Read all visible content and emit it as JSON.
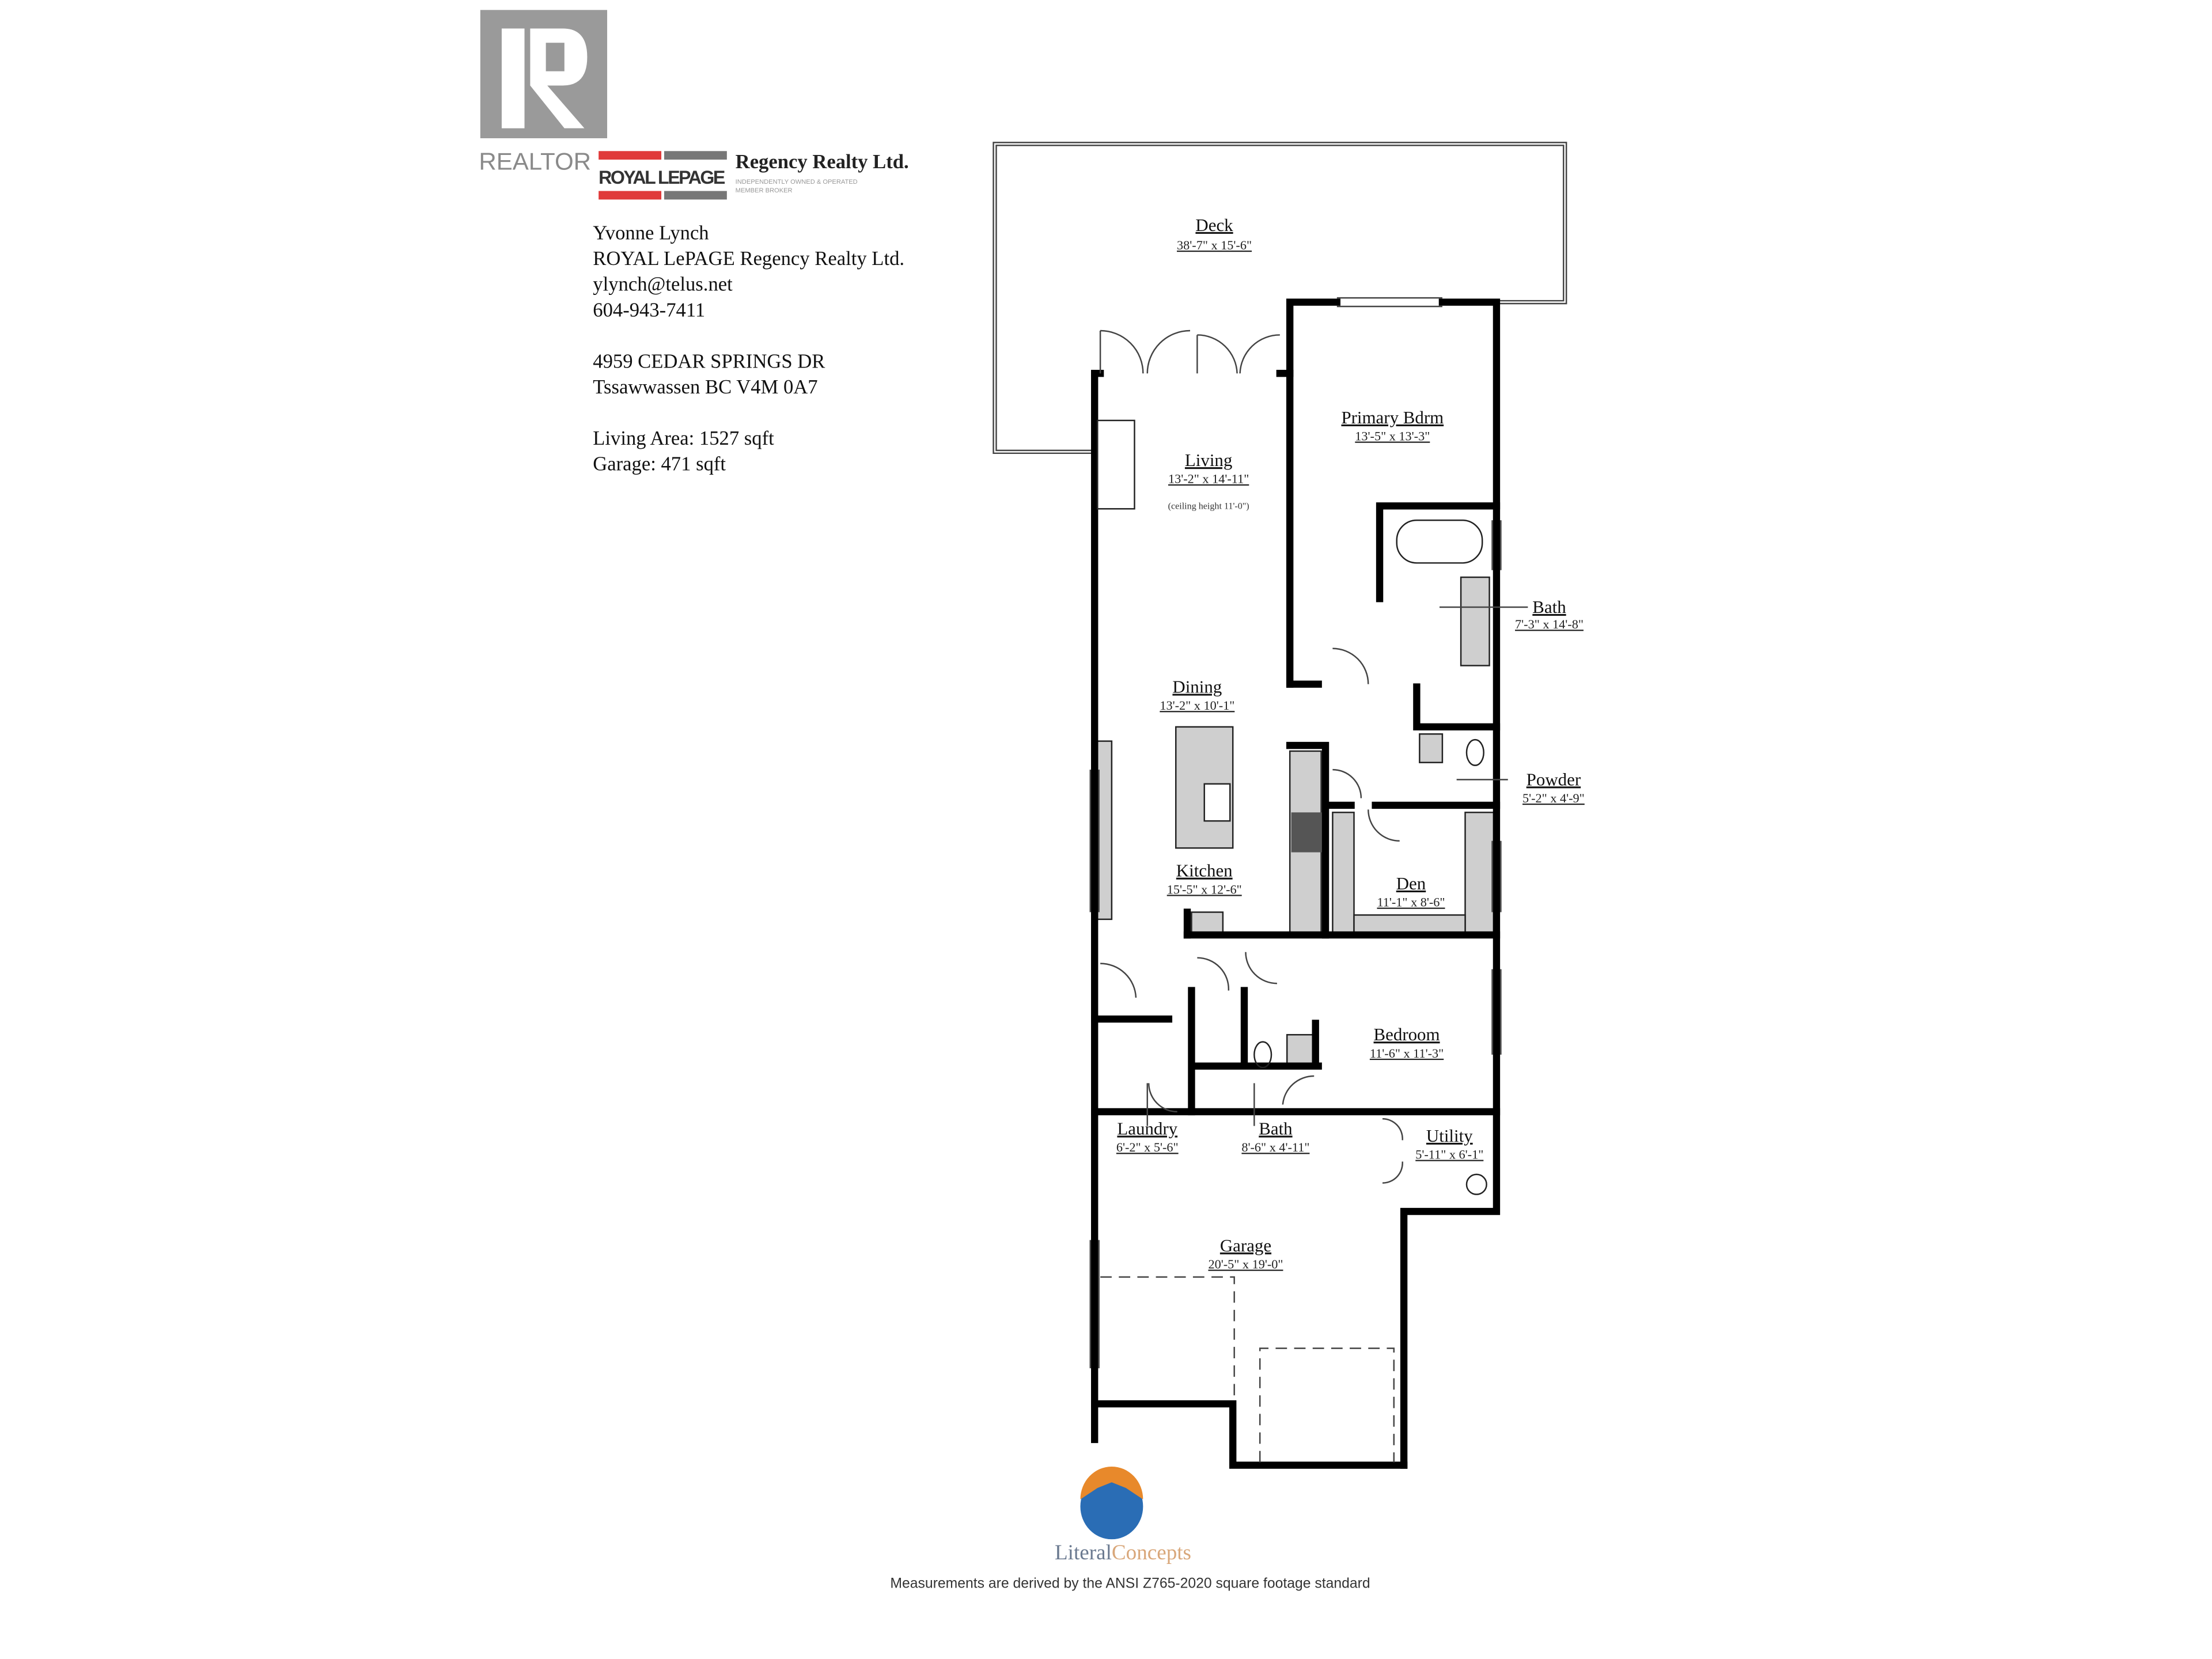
{
  "logos": {
    "realtor": "REALTOR",
    "royal_lepage": "ROYAL LEPAGE",
    "brokerage": "Regency Realty Ltd.",
    "brokerage_tagline_1": "INDEPENDENTLY OWNED & OPERATED",
    "brokerage_tagline_2": "MEMBER BROKER",
    "literal_concepts_1": "Literal",
    "literal_concepts_2": "Concepts"
  },
  "agent": {
    "name": "Yvonne Lynch",
    "brokerage": "ROYAL LePAGE Regency Realty Ltd.",
    "email": "ylynch@telus.net",
    "phone": "604-943-7411"
  },
  "property": {
    "address_line1": "4959 CEDAR SPRINGS DR",
    "address_line2": "Tssawwassen BC V4M 0A7",
    "living_area": "Living Area: 1527 sqft",
    "garage_area": "Garage: 471 sqft"
  },
  "rooms": {
    "deck": {
      "name": "Deck",
      "dims": "38'-7\" x 15'-6\""
    },
    "primary": {
      "name": "Primary Bdrm",
      "dims": "13'-5\" x 13'-3\""
    },
    "living": {
      "name": "Living",
      "dims": "13'-2\" x 14'-11\"",
      "note": "(ceiling height 11'-0\")"
    },
    "ensuite": {
      "name": "Bath",
      "dims": "7'-3\" x 14'-8\""
    },
    "dining": {
      "name": "Dining",
      "dims": "13'-2\" x 10'-1\""
    },
    "powder": {
      "name": "Powder",
      "dims": "5'-2\" x 4'-9\""
    },
    "kitchen": {
      "name": "Kitchen",
      "dims": "15'-5\" x 12'-6\""
    },
    "den": {
      "name": "Den",
      "dims": "11'-1\" x 8'-6\""
    },
    "bedroom": {
      "name": "Bedroom",
      "dims": "11'-6\" x 11'-3\""
    },
    "laundry": {
      "name": "Laundry",
      "dims": "6'-2\" x 5'-6\""
    },
    "bath2": {
      "name": "Bath",
      "dims": "8'-6\" x 4'-11\""
    },
    "utility": {
      "name": "Utility",
      "dims": "5'-11\" x 6'-1\""
    },
    "garage": {
      "name": "Garage",
      "dims": "20'-5\" x 19'-0\""
    }
  },
  "footer": {
    "disclaimer": "Measurements are derived by the ANSI Z765-2020 square footage standard"
  },
  "colors": {
    "realtor_gray": "#9a9a9a",
    "lepage_red": "#e03a3a",
    "cabinet_gray": "#cfcfcf",
    "lc_orange": "#e8892b",
    "lc_blue": "#2a6db5"
  }
}
